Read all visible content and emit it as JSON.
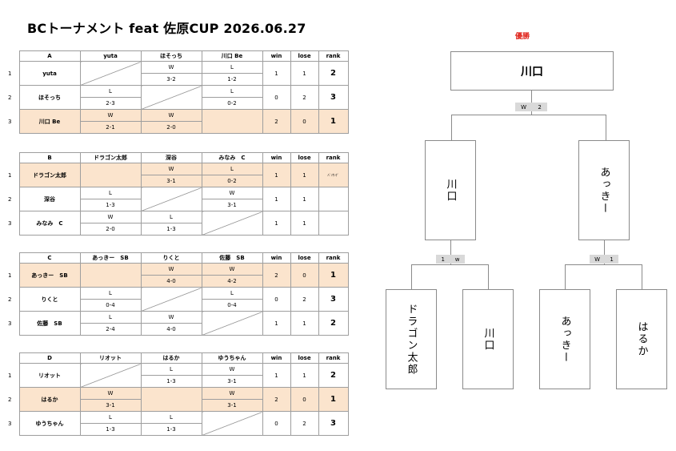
{
  "title": "BCトーナメント feat 佐原CUP 2026.06.27",
  "groups": [
    {
      "headers": [
        "A",
        "yuta",
        "ほそっち",
        "川口 Be",
        "win",
        "lose",
        "rank"
      ],
      "rows": [
        {
          "idx": "1",
          "name": "yuta",
          "r1": [
            "",
            ""
          ],
          "r2": [
            "W",
            "3-2"
          ],
          "r3": [
            "L",
            "1-2"
          ],
          "win": "1",
          "lose": "1",
          "rank": "2"
        },
        {
          "idx": "2",
          "name": "ほそっち",
          "r1": [
            "L",
            "2-3"
          ],
          "r2": [
            "",
            ""
          ],
          "r3": [
            "L",
            "0-2"
          ],
          "win": "0",
          "lose": "2",
          "rank": "3"
        },
        {
          "idx": "3",
          "name": "川口 Be",
          "r1": [
            "W",
            "2-1"
          ],
          "r2": [
            "W",
            "2-0"
          ],
          "r3": [
            "",
            ""
          ],
          "win": "2",
          "lose": "0",
          "rank": "1"
        }
      ]
    },
    {
      "headers": [
        "B",
        "ドラゴン太郎",
        "深谷",
        "みなみ　C",
        "win",
        "lose",
        "rank"
      ],
      "rows": [
        {
          "idx": "1",
          "name": "ドラゴン太郎",
          "r1": [
            "",
            ""
          ],
          "r2": [
            "W",
            "3-1"
          ],
          "r3": [
            "L",
            "0-2"
          ],
          "win": "1",
          "lose": "1",
          "rank": "ﾊﾞﾝｻﾝｸﾞ"
        },
        {
          "idx": "2",
          "name": "深谷",
          "r1": [
            "L",
            "1-3"
          ],
          "r2": [
            "",
            ""
          ],
          "r3": [
            "W",
            "3-1"
          ],
          "win": "1",
          "lose": "1",
          "rank": ""
        },
        {
          "idx": "3",
          "name": "みなみ　C",
          "r1": [
            "W",
            "2-0"
          ],
          "r2": [
            "L",
            "1-3"
          ],
          "r3": [
            "",
            ""
          ],
          "win": "1",
          "lose": "1",
          "rank": ""
        }
      ]
    },
    {
      "headers": [
        "C",
        "あっきー　SB",
        "りくと",
        "佐藤　SB",
        "win",
        "lose",
        "rank"
      ],
      "rows": [
        {
          "idx": "1",
          "name": "あっきー　SB",
          "r1": [
            "",
            ""
          ],
          "r2": [
            "W",
            "4-0"
          ],
          "r3": [
            "W",
            "4-2"
          ],
          "win": "2",
          "lose": "0",
          "rank": "1"
        },
        {
          "idx": "2",
          "name": "りくと",
          "r1": [
            "L",
            "0-4"
          ],
          "r2": [
            "",
            ""
          ],
          "r3": [
            "L",
            "0-4"
          ],
          "win": "0",
          "lose": "2",
          "rank": "3"
        },
        {
          "idx": "3",
          "name": "佐藤　SB",
          "r1": [
            "L",
            "2-4"
          ],
          "r2": [
            "W",
            "4-0"
          ],
          "r3": [
            "",
            ""
          ],
          "win": "1",
          "lose": "1",
          "rank": "2"
        }
      ]
    },
    {
      "headers": [
        "D",
        "リオット",
        "はるか",
        "ゆうちゃん",
        "win",
        "lose",
        "rank"
      ],
      "rows": [
        {
          "idx": "1",
          "name": "リオット",
          "r1": [
            "",
            ""
          ],
          "r2": [
            "L",
            "1-3"
          ],
          "r3": [
            "W",
            "3-1"
          ],
          "win": "1",
          "lose": "1",
          "rank": "2"
        },
        {
          "idx": "2",
          "name": "はるか",
          "r1": [
            "W",
            "3-1"
          ],
          "r2": [
            "",
            ""
          ],
          "r3": [
            "W",
            "3-1"
          ],
          "win": "2",
          "lose": "0",
          "rank": "1"
        },
        {
          "idx": "3",
          "name": "ゆうちゃん",
          "r1": [
            "L",
            "1-3"
          ],
          "r2": [
            "L",
            "1-3"
          ],
          "r3": [
            "",
            ""
          ],
          "win": "0",
          "lose": "2",
          "rank": "3"
        }
      ]
    }
  ],
  "bracket": {
    "winner_label": "優勝",
    "champion": "川口",
    "final_score": [
      "W",
      "2"
    ],
    "semi_left": "川口",
    "semi_right": "あっきー",
    "semi_left_score": [
      "1",
      "w"
    ],
    "semi_right_score": [
      "W",
      "1"
    ],
    "qf": [
      "ドラゴン太郎",
      "川口",
      "あっきー",
      "はるか"
    ]
  }
}
